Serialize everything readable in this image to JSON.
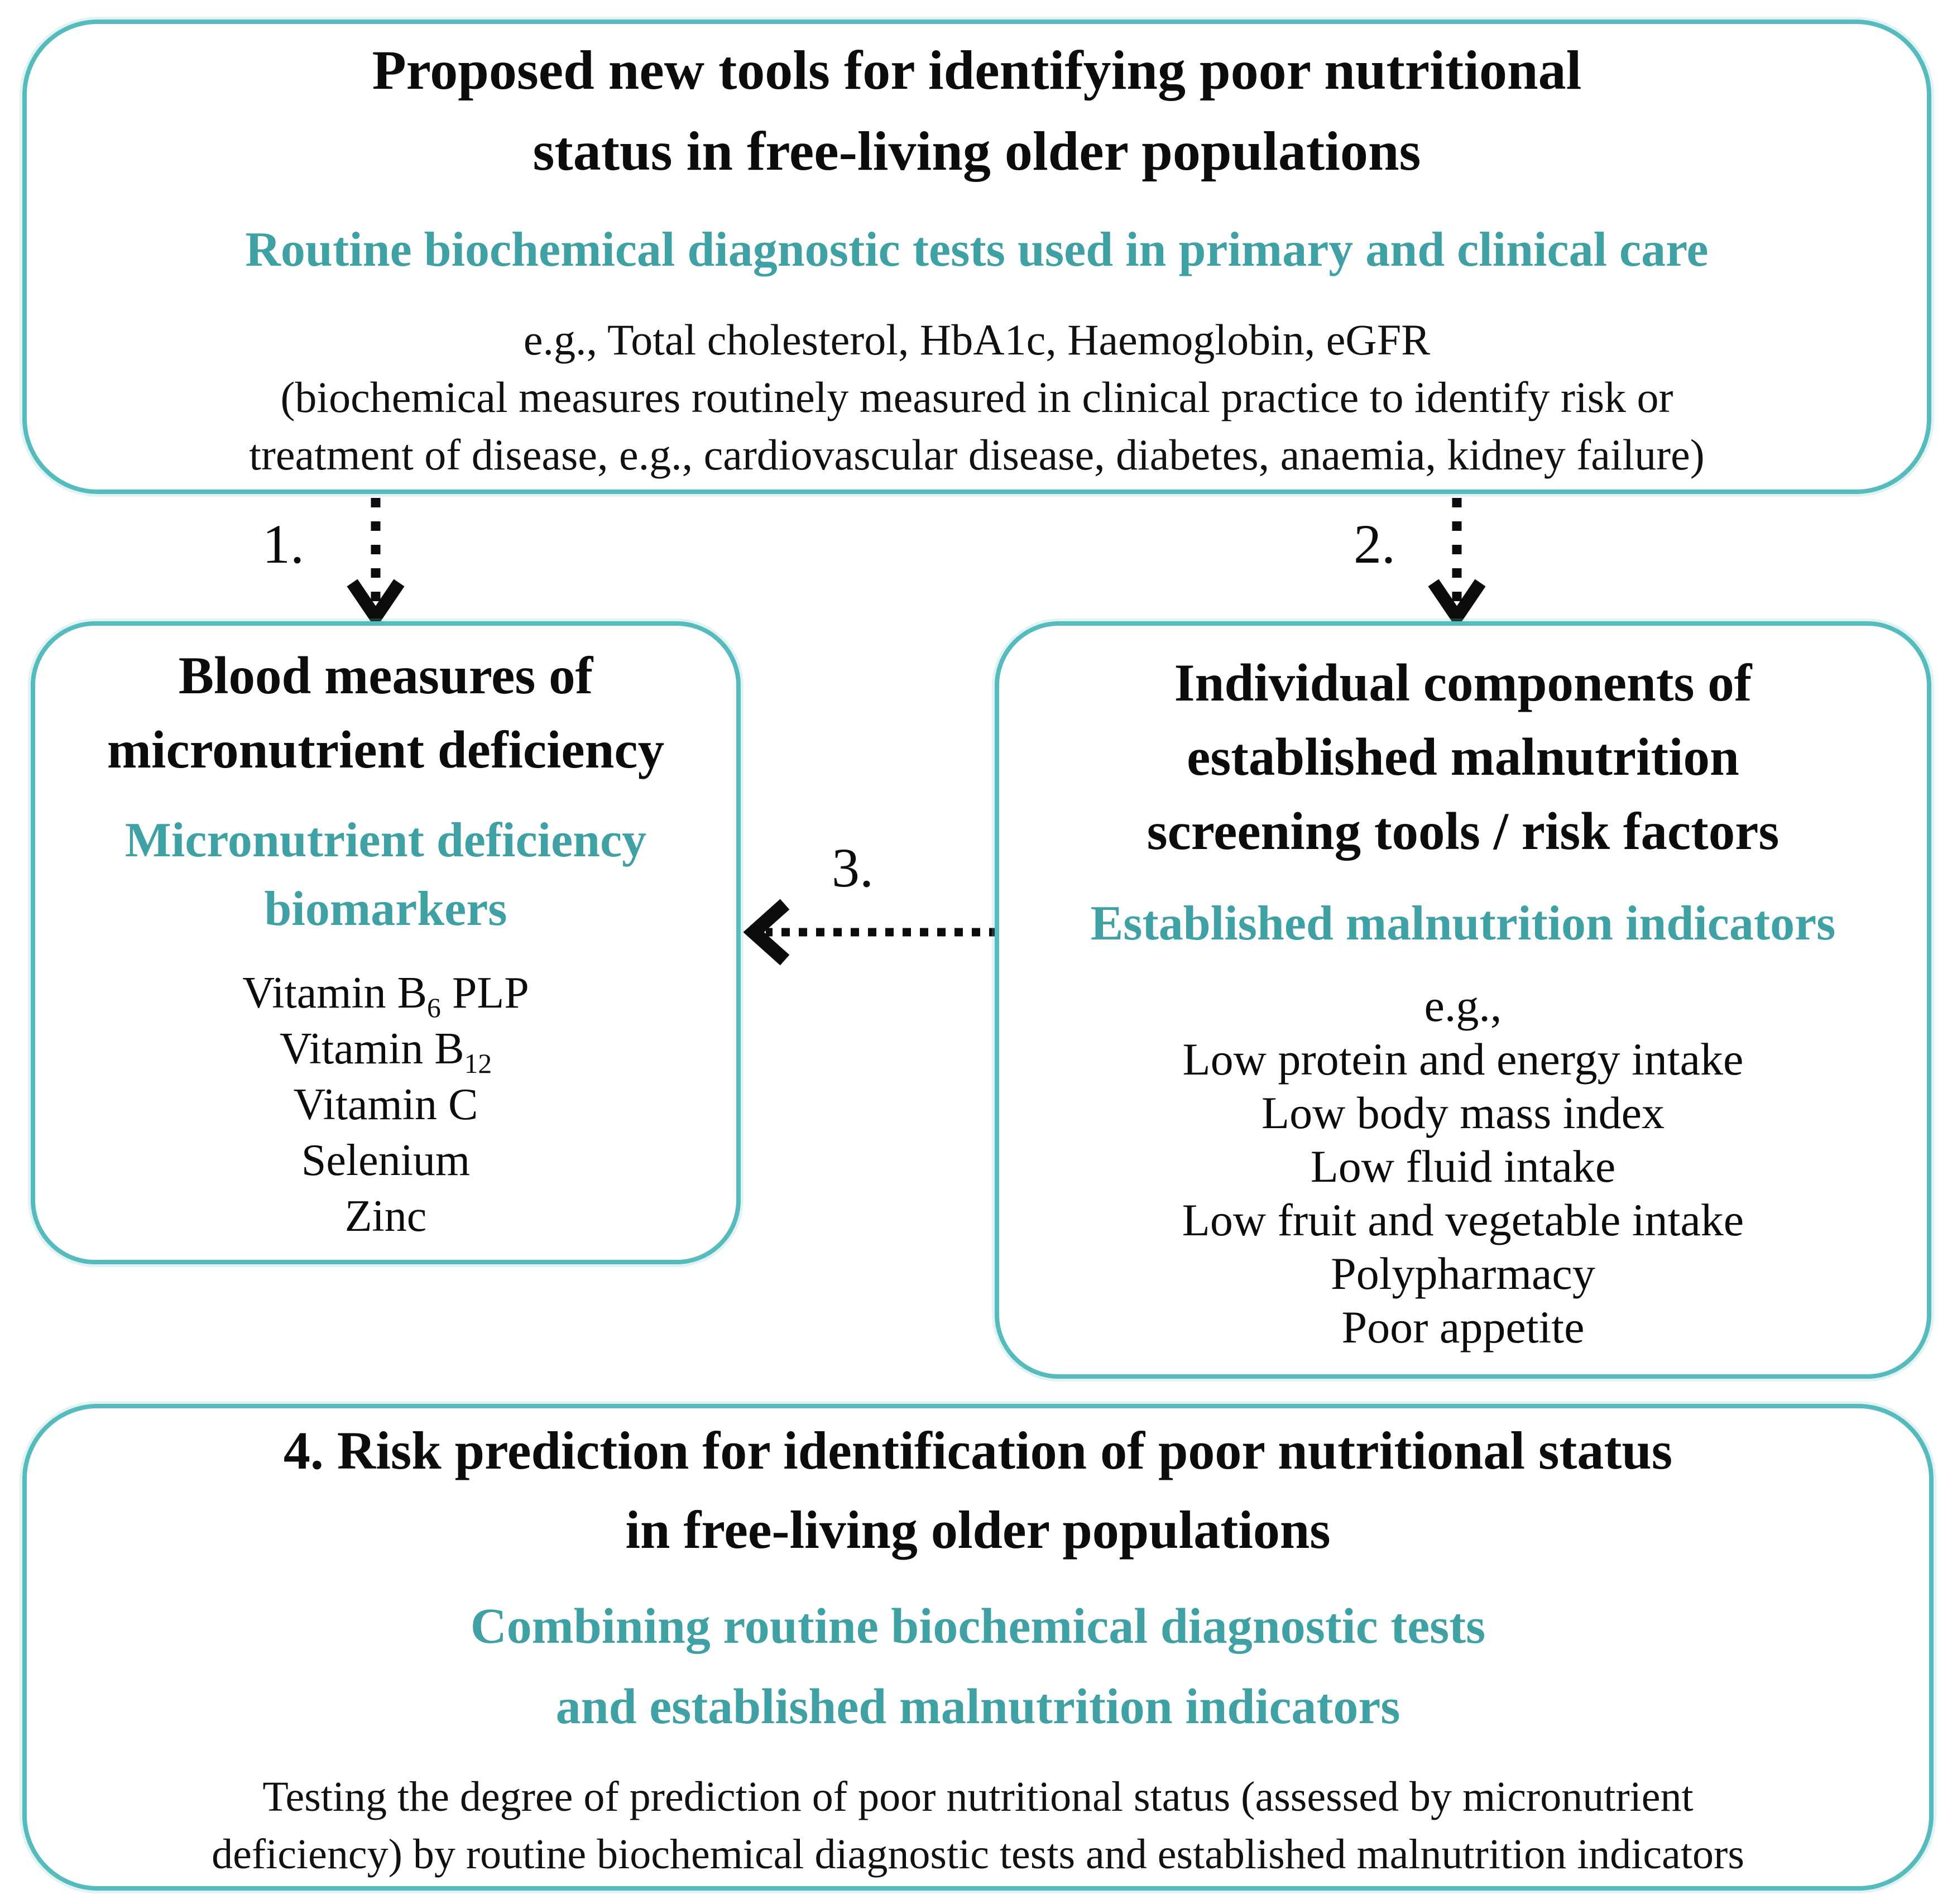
{
  "figure": {
    "teal_text_color": "#3FA1A4",
    "border_color": "#55BBBD",
    "text_color": "#0c0c0c"
  },
  "top_box": {
    "title_line1": "Proposed new tools for identifying poor nutritional",
    "title_line2": "status in free-living older populations",
    "subtitle": "Routine biochemical diagnostic tests used in primary and clinical care",
    "body_line1": "e.g., Total cholesterol, HbA1c, Haemoglobin, eGFR",
    "body_line2": "(biochemical measures routinely measured in clinical practice to identify risk or",
    "body_line3": "treatment of disease, e.g., cardiovascular disease, diabetes, anaemia, kidney failure)"
  },
  "arrows": {
    "label1": "1.",
    "label2": "2.",
    "label3": "3."
  },
  "left_box": {
    "title_line1": "Blood measures of",
    "title_line2": "micronutrient deficiency",
    "subtitle_line1": "Micronutrient deficiency",
    "subtitle_line2": "biomarkers",
    "items": [
      {
        "pre": "Vitamin B",
        "sub": "6",
        "post": " PLP"
      },
      {
        "pre": "Vitamin B",
        "sub": "12",
        "post": ""
      },
      {
        "pre": "Vitamin C",
        "sub": "",
        "post": ""
      },
      {
        "pre": "Selenium",
        "sub": "",
        "post": ""
      },
      {
        "pre": "Zinc",
        "sub": "",
        "post": ""
      }
    ]
  },
  "right_box": {
    "title_line1": "Individual components of",
    "title_line2": "established malnutrition",
    "title_line3": "screening tools / risk factors",
    "subtitle": "Established malnutrition indicators",
    "items": [
      "e.g.,",
      "Low protein and energy intake",
      "Low body mass index",
      "Low fluid intake",
      "Low fruit and vegetable intake",
      "Polypharmacy",
      "Poor appetite"
    ]
  },
  "bottom_box": {
    "title_line1": "4. Risk prediction for identification of poor nutritional status",
    "title_line2": "in free-living older populations",
    "subtitle_line1": "Combining routine biochemical diagnostic tests",
    "subtitle_line2": "and established malnutrition indicators",
    "body_line1": "Testing the degree of prediction of poor nutritional status (assessed by micronutrient",
    "body_line2": "deficiency) by routine biochemical diagnostic tests and established malnutrition indicators"
  }
}
